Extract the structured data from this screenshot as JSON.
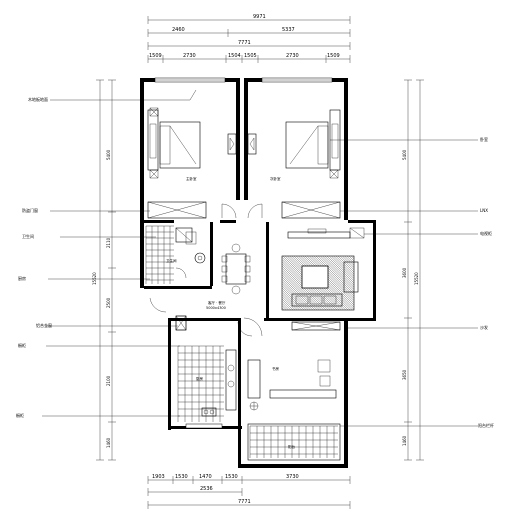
{
  "dims_top": {
    "overall": "9971",
    "row2": [
      "2460",
      "5337"
    ],
    "row3": "7771",
    "row4": [
      "1509",
      "2730",
      "1504",
      "1505",
      "2730",
      "1509"
    ]
  },
  "dims_bottom": {
    "row1": [
      "1903",
      "1530",
      "1470",
      "1530",
      "3730"
    ],
    "row2": "2536",
    "row3": "7771"
  },
  "dims_left": {
    "segments": [
      "1460",
      "2100",
      "2500",
      "2110",
      "5400"
    ],
    "total": "15520"
  },
  "dims_right": {
    "segments": [
      "5400",
      "3600",
      "3650",
      "1460"
    ],
    "total": "15520"
  },
  "left_labels": [
    "木地板地面",
    "防盗门窗",
    "卫生间",
    "厨房",
    "铝合金窗",
    "橱柜"
  ],
  "right_labels": [
    "卧室",
    "LNX",
    "电视柜",
    "沙发",
    "阳台栏杆"
  ],
  "rooms": {
    "master_bed": "主卧室",
    "bed2": "次卧室",
    "bath": "卫生间",
    "living": "客厅 · 餐厅",
    "living_size": "5000x4300",
    "kitchen": "厨房",
    "study": "书房",
    "balcony": "阳台"
  }
}
